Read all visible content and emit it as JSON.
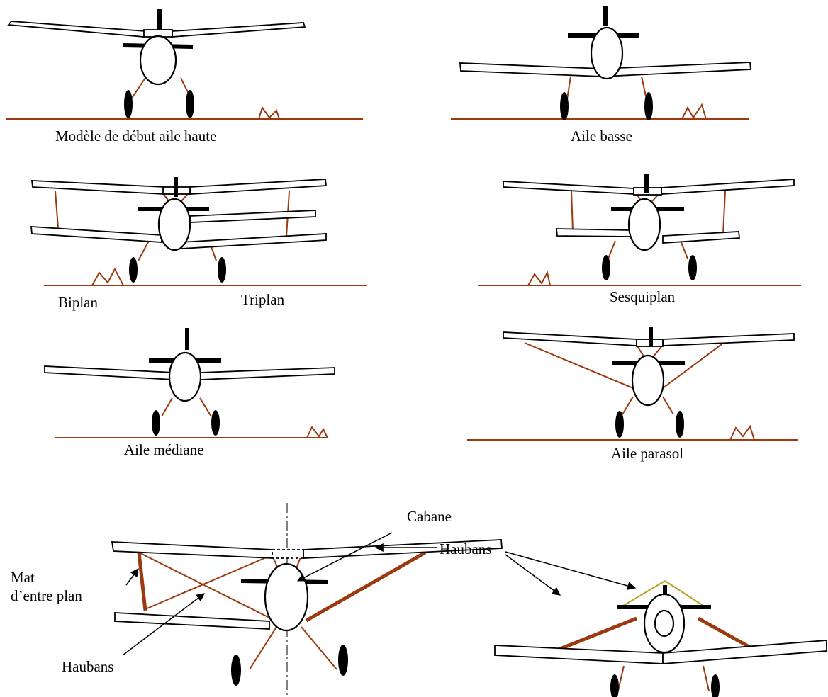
{
  "labels": {
    "high_wing": "Modèle de début aile haute",
    "low_wing": "Aile basse",
    "biplane": "Biplan",
    "triplane": "Triplan",
    "sesquiplane": "Sesquiplan",
    "mid_wing": "Aile médiane",
    "parasol": "Aile parasol",
    "cabane": "Cabane",
    "mat_line1": "Mat",
    "mat_line2": "d’entre plan",
    "haubans_left": "Haubans",
    "haubans_right": "Haubans"
  },
  "colors": {
    "strut": "#9b3a10",
    "cabane_wire": "#b8a020",
    "outline": "#000000"
  }
}
